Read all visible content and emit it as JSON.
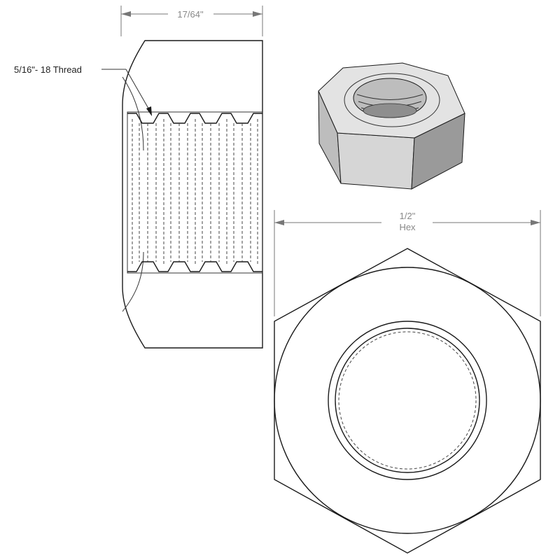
{
  "labels": {
    "thickness": "17/64\"",
    "thread": "5/16\"- 18 Thread",
    "hex_size": "1/2\"",
    "hex_word": "Hex"
  },
  "colors": {
    "line": "#1a1a1a",
    "dimension": "#777777",
    "face_light": "#dedede",
    "face_mid": "#bdbdbd",
    "face_dark": "#9a9a9a"
  }
}
